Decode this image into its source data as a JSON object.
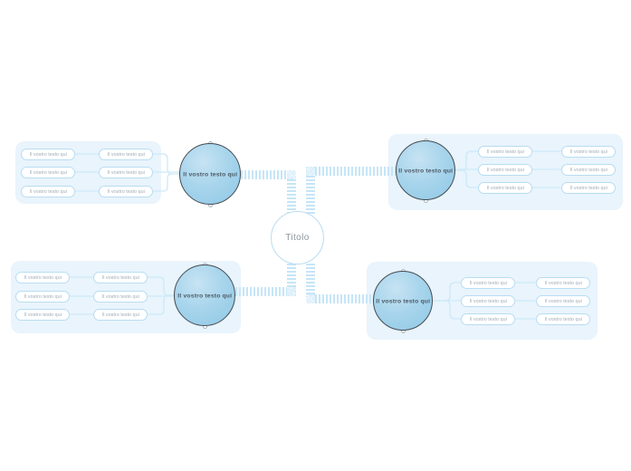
{
  "diagram": {
    "type": "mindmap",
    "center": {
      "label": "Titolo"
    },
    "branches": [
      {
        "position": "top-left",
        "node_label": "Il vostro testo qui",
        "rows": [
          {
            "outer": "Il vostro testo qui",
            "inner": "Il vostro testo qui"
          },
          {
            "outer": "Il vostro testo qui",
            "inner": "Il vostro testo qui"
          },
          {
            "outer": "Il vostro testo qui",
            "inner": "Il vostro testo qui"
          }
        ]
      },
      {
        "position": "top-right",
        "node_label": "Il vostro testo qui",
        "rows": [
          {
            "inner": "Il vostro testo qui",
            "outer": "Il vostro testo qui"
          },
          {
            "inner": "Il vostro testo qui",
            "outer": "Il vostro testo qui"
          },
          {
            "inner": "Il vostro testo qui",
            "outer": "Il vostro testo qui"
          }
        ]
      },
      {
        "position": "bottom-left",
        "node_label": "Il vostro testo qui",
        "rows": [
          {
            "outer": "Il vostro testo qui",
            "inner": "Il vostro testo qui"
          },
          {
            "outer": "Il vostro testo qui",
            "inner": "Il vostro testo qui"
          },
          {
            "outer": "Il vostro testo qui",
            "inner": "Il vostro testo qui"
          }
        ]
      },
      {
        "position": "bottom-right",
        "node_label": "Il vostro testo qui",
        "rows": [
          {
            "inner": "Il vostro testo qui",
            "outer": "Il vostro testo qui"
          },
          {
            "inner": "Il vostro testo qui",
            "outer": "Il vostro testo qui"
          },
          {
            "inner": "Il vostro testo qui",
            "outer": "Il vostro testo qui"
          }
        ]
      }
    ]
  },
  "colors": {
    "branch_panel": "#e9f4fc",
    "track_stripe": "#c6e5f7",
    "thin_connector": "#cde9f8",
    "node_fill_light": "#c7e3f3",
    "node_fill_dark": "#8fc8e6",
    "node_border": "#454c53",
    "node_text": "#4e5a66",
    "center_border": "#b9ddf2",
    "center_text": "#8b949c",
    "pill_border": "#b8ddf2",
    "pill_text": "#a0acb6"
  }
}
